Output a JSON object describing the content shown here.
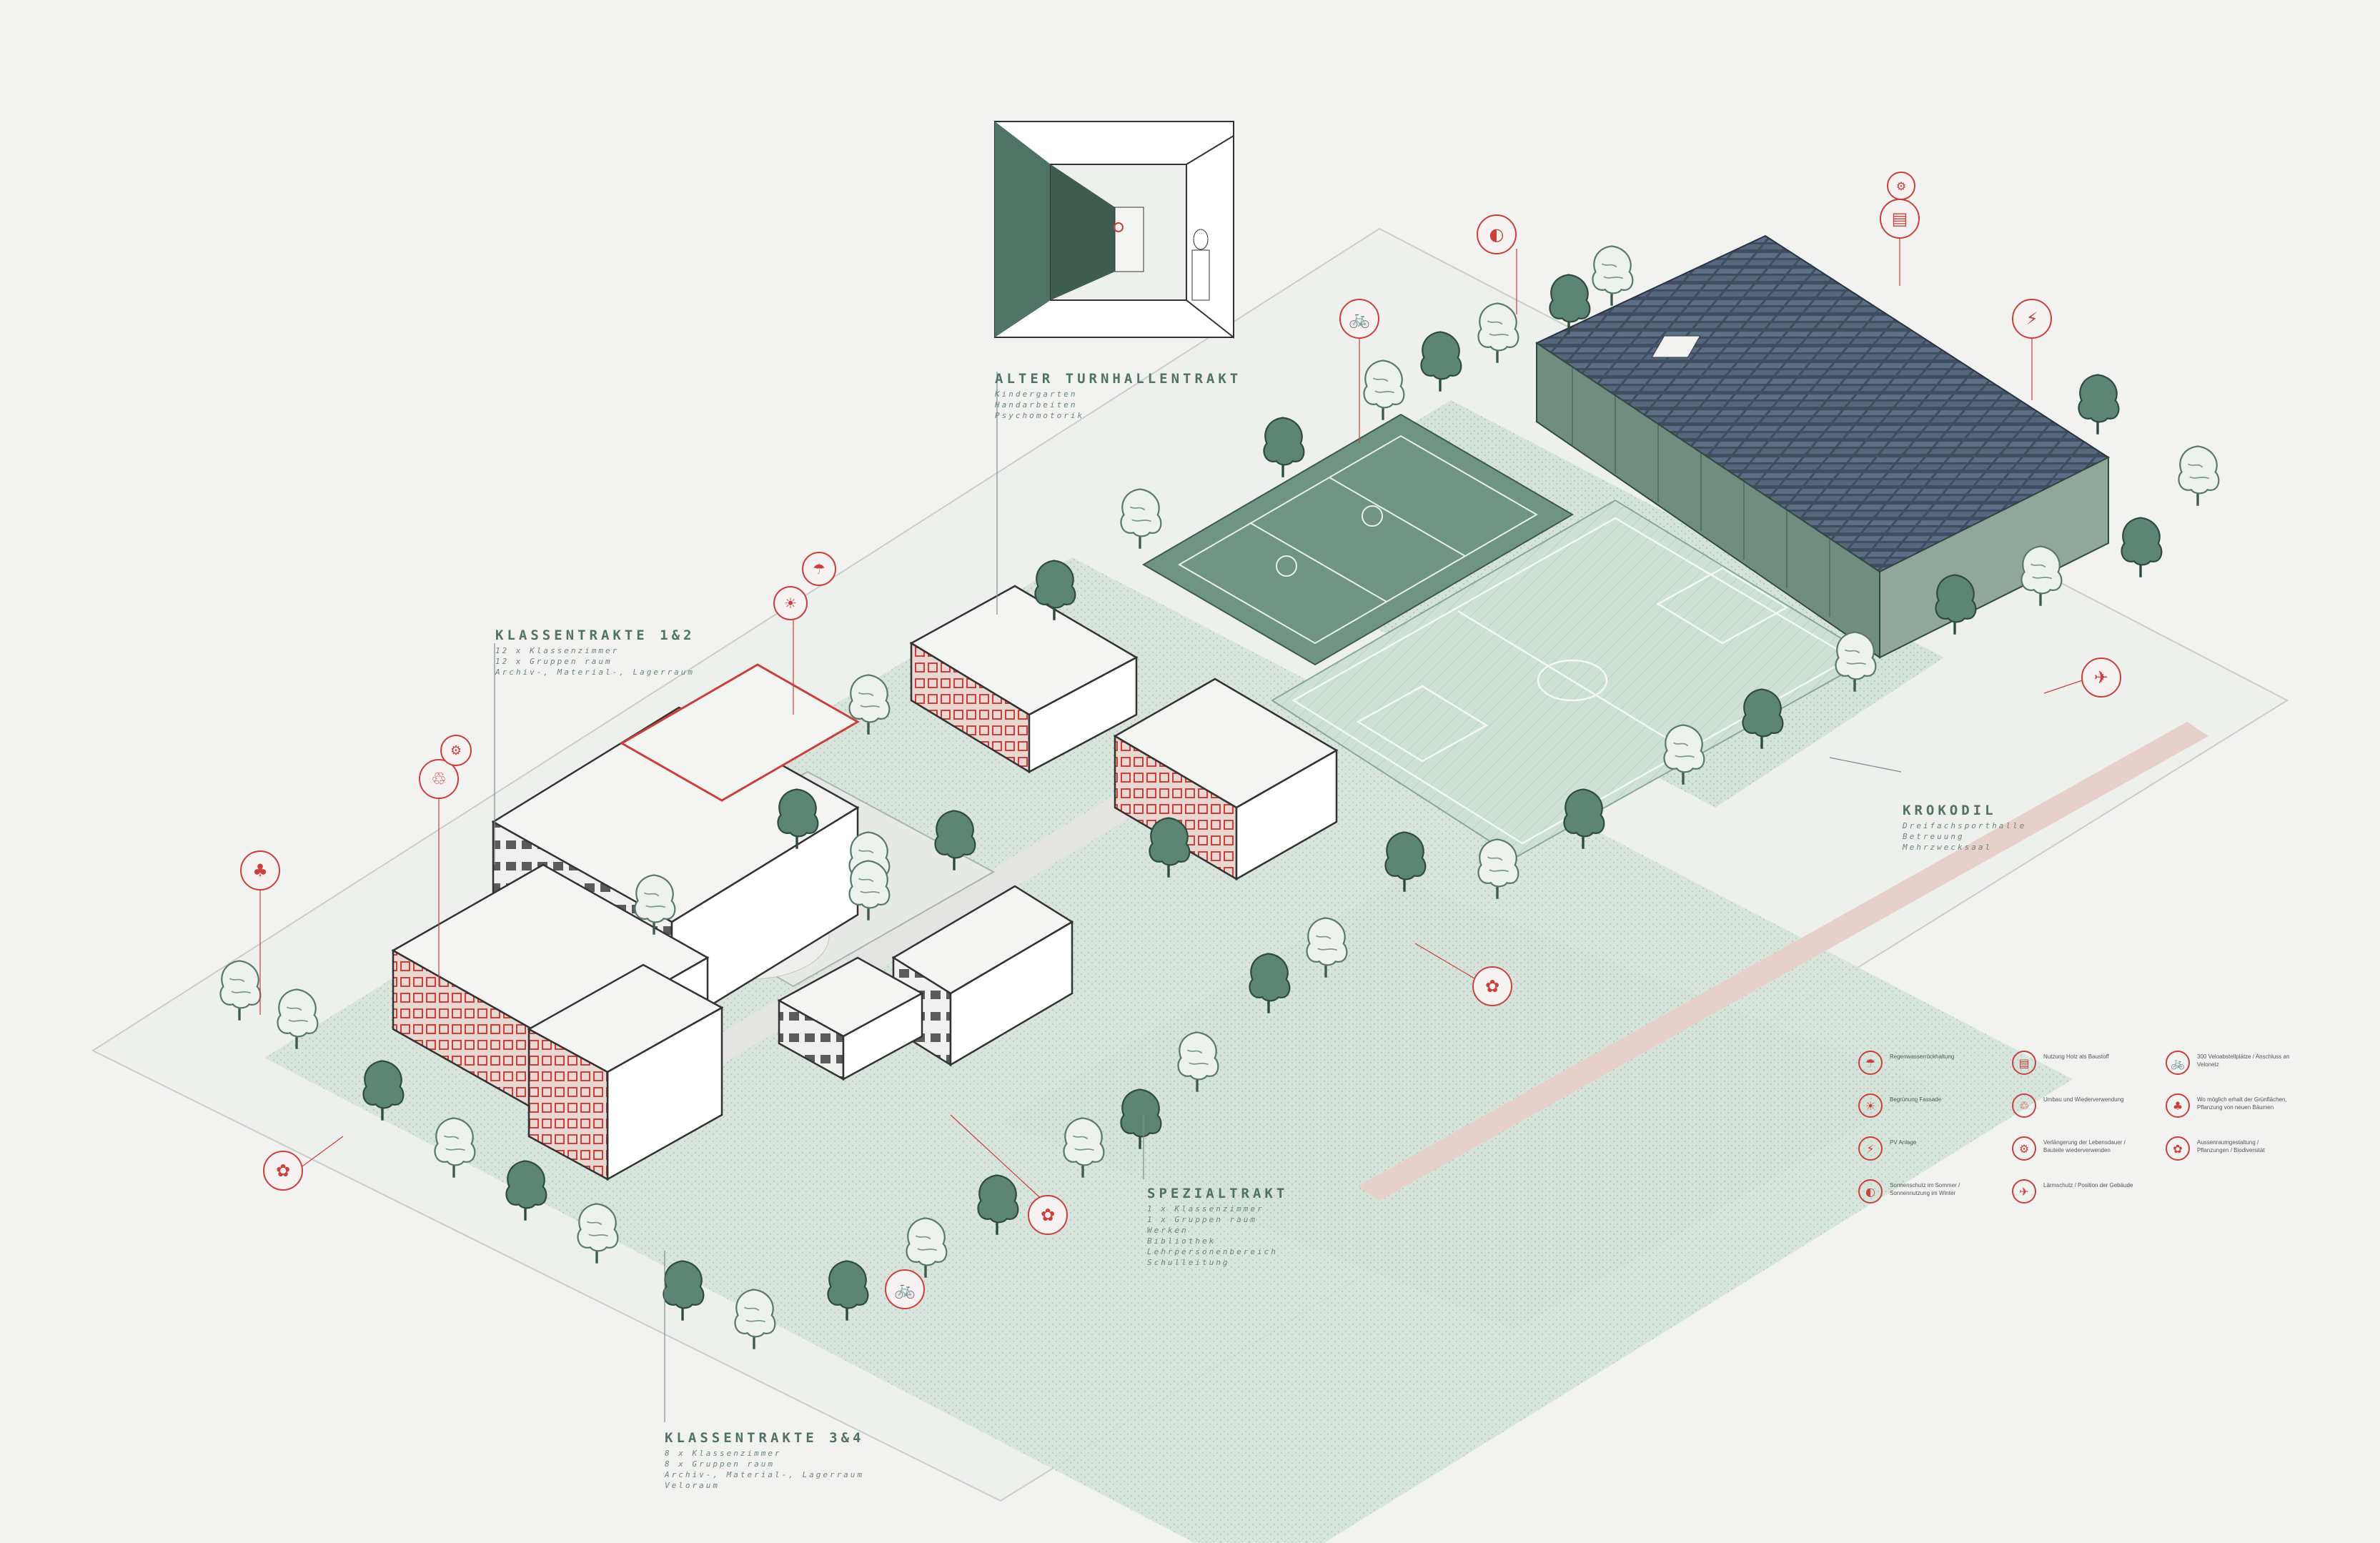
{
  "labels": {
    "alter_turnhallentrakt": {
      "title": "ALTER TURNHALLENTRAKT",
      "lines": [
        "Kindergarten",
        "Handarbeiten",
        "Psychomotorik"
      ]
    },
    "klassentrakte_12": {
      "title": "KLASSENTRAKTE 1&2",
      "lines": [
        "12 x Klassenzimmer",
        "12 x Gruppen raum",
        "Archiv-, Material-, Lagerraum"
      ]
    },
    "krokodil": {
      "title": "KROKODIL",
      "lines": [
        "Dreifachsporthalle",
        "Betreuung",
        "Mehrzwecksaal"
      ]
    },
    "spezialtrakt": {
      "title": "SPEZIALTRAKT",
      "lines": [
        "1 x Klassenzimmer",
        "1 x Gruppen raum",
        "Werken",
        "Bibliothek",
        "Lehrpersonenbereich",
        "Schulleitung"
      ]
    },
    "klassentrakte_34": {
      "title": "KLASSENTRAKTE 3&4",
      "lines": [
        "8 x Klassenzimmer",
        "8 x Gruppen raum",
        "Archiv-, Material-, Lagerraum",
        "Veloraum"
      ]
    }
  },
  "legend": [
    {
      "icon": "rainwater-icon",
      "glyph": "☂",
      "text": "Regenwasserrückhaltung"
    },
    {
      "icon": "sun-shade-icon",
      "glyph": "☀",
      "text": "Begrünung Fassade"
    },
    {
      "icon": "pv-icon",
      "glyph": "⚡",
      "text": "PV Anlage"
    },
    {
      "icon": "sun-angle-icon",
      "glyph": "◐",
      "text": "Sonnenschutz im Sommer / Sonnennutzung im Winter"
    },
    {
      "icon": "reuse-icon",
      "glyph": "▤",
      "text": "Nutzung Holz als Baustoff"
    },
    {
      "icon": "recycle-icon",
      "glyph": "♲",
      "text": "Umbau und Wiederverwendung"
    },
    {
      "icon": "gears-icon",
      "glyph": "⚙",
      "text": "Verlängerung der Lebensdauer / Bauteile wiederverwenden"
    },
    {
      "icon": "no-fly-icon",
      "glyph": "✈",
      "text": "Lärmschutz / Position der Gebäude"
    },
    {
      "icon": "bike-icon",
      "glyph": "🚲",
      "text": "300 Veloabstellplätze / Anschluss an Velonetz"
    },
    {
      "icon": "tree-icon",
      "glyph": "♣",
      "text": "Wo möglich erhalt der Grünflächen, Pflanzung von neuen Bäumen"
    },
    {
      "icon": "plant-icon",
      "glyph": "✿",
      "text": "Aussenraumgestaltung / Pflanzungen / Biodiversität"
    }
  ],
  "colors": {
    "green": "#6f9384",
    "light_green": "#cfdfd6",
    "red": "#c9403d",
    "background": "#f2f2f1",
    "roof_blue": "#4b5b6e"
  }
}
